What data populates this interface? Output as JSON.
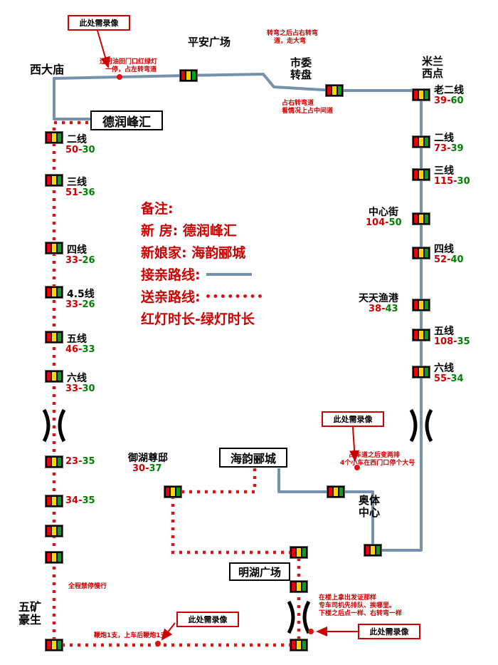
{
  "colors": {
    "route_blue": "#7491ad",
    "route_red": "#dd1111",
    "red_text": "#cc0000",
    "green_text": "#008000"
  },
  "record_label": "此处需录像",
  "places": {
    "xidamiao": "西大庙",
    "pingan": "平安广场",
    "shiwei1": "市委",
    "shiwei2": "转盘",
    "milan1": "米兰",
    "milan2": "西点",
    "derun": "德润峰汇",
    "haiyun": "海韵郦城",
    "minghu": "明湖广场",
    "yuhu": "御湖尊邸",
    "yuhu_red": "30-",
    "yuhu_green": "37",
    "aoti1": "奥体",
    "aoti2": "中心",
    "wukuang1": "五矿",
    "wukuang2": "豪生"
  },
  "legend": {
    "title": "备注:",
    "new_house": "新  房: 德润峰汇",
    "bride_home": "新娘家: 海韵郦城",
    "pickup": "接亲路线:",
    "escort": "送亲路线:",
    "timing": "红灯时长-绿灯时长"
  },
  "stations_left": [
    {
      "name": "二线",
      "red": "50-",
      "green": "30"
    },
    {
      "name": "三线",
      "red": "51-",
      "green": "36"
    },
    {
      "name": "四线",
      "red": "33-",
      "green": "26"
    },
    {
      "name": "4.5线",
      "red": "33-",
      "green": "26"
    },
    {
      "name": "五线",
      "red": "46-",
      "green": "33"
    },
    {
      "name": "六线",
      "red": "33-",
      "green": "30"
    },
    {
      "name": "",
      "red": "23-",
      "green": "35"
    },
    {
      "name": "",
      "red": "34-",
      "green": "35"
    }
  ],
  "stations_right": [
    {
      "name": "老二线",
      "red": "39-",
      "green": "60"
    },
    {
      "name": "二线",
      "red": "73-",
      "green": "39"
    },
    {
      "name": "三线",
      "red": "115-",
      "green": "30"
    },
    {
      "name": "中心街",
      "red": "104-",
      "green": "50"
    },
    {
      "name": "四线",
      "red": "52-",
      "green": "40"
    },
    {
      "name": "天天渔港",
      "red": "38-",
      "green": "43"
    },
    {
      "name": "五线",
      "red": "108-",
      "green": "35"
    },
    {
      "name": "六线",
      "red": "55-",
      "green": "34"
    }
  ],
  "annotations": {
    "liaohe1": "辽河油田门口红绿灯",
    "liaohe2": "一停，占左转弯道",
    "turn1": "转弯之后占右转弯",
    "turn2": "道，走大弯",
    "shiwei1": "占右转弯道",
    "shiwei2": "看情况上占中间道",
    "aoti1": "占车道之后变两排",
    "aoti2": "4个小车在西门口停个大号",
    "br1": "在楼上拿出发证那样",
    "br2": "专车司机先排队、挨哪里。",
    "br3": "下楼之后点一样、右转弯一样",
    "nostop": "全程禁停慢行",
    "firecracker": "鞭炮1支，上车后鞭炮1支"
  }
}
